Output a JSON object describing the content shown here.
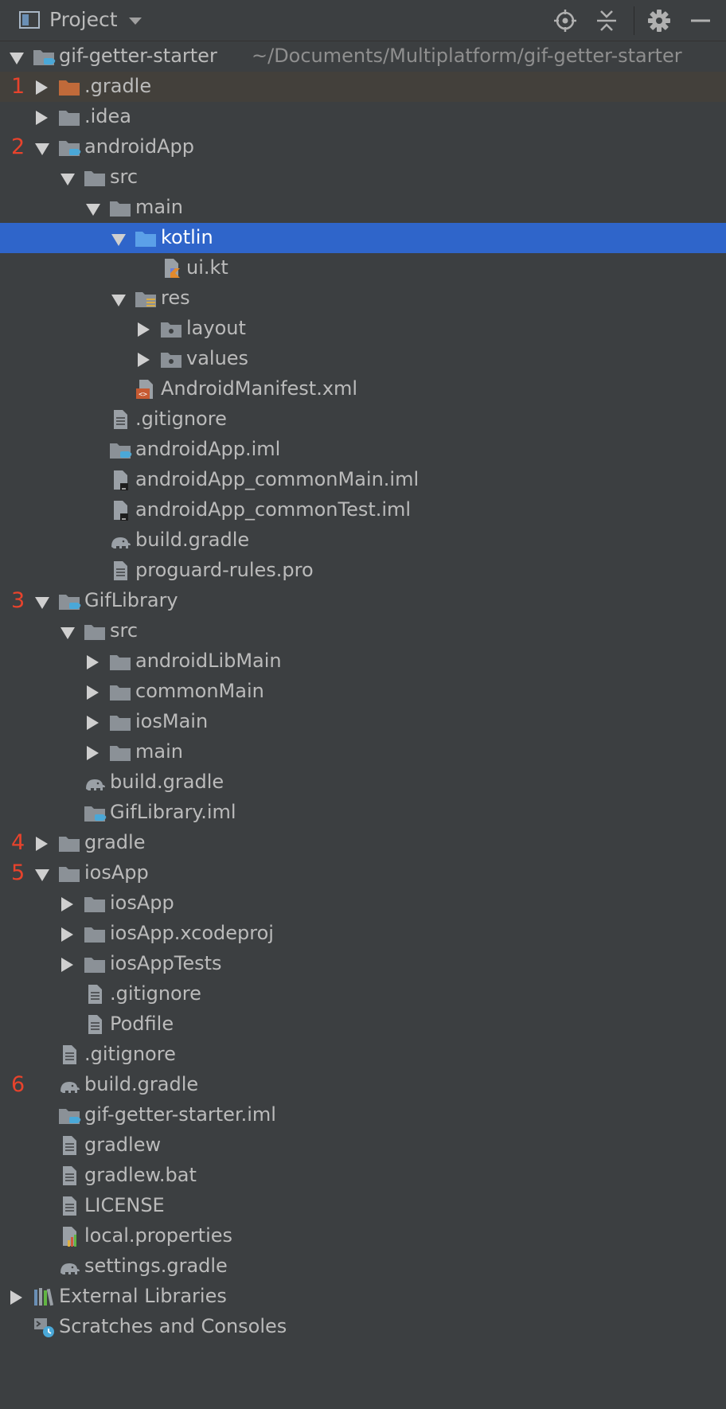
{
  "header": {
    "title": "Project"
  },
  "colors": {
    "background": "#3c3f41",
    "selection": "#2f65ca",
    "marker": "#e8432c",
    "folder": "#8b9197",
    "folder_selected": "#5ba0e8",
    "gradle_folder": "#c06a3a"
  },
  "tree": [
    {
      "depth": 0,
      "arrow": "down",
      "icon": "module-folder-icon",
      "label": "gif-getter-starter",
      "path": "~/Documents/Multiplatform/gif-getter-starter",
      "num": ""
    },
    {
      "depth": 1,
      "arrow": "right",
      "icon": "gradle-folder-icon",
      "label": ".gradle",
      "num": "1",
      "tint": true
    },
    {
      "depth": 1,
      "arrow": "right",
      "icon": "folder-icon",
      "label": ".idea",
      "num": ""
    },
    {
      "depth": 1,
      "arrow": "down",
      "icon": "module-folder-icon",
      "label": "androidApp",
      "num": "2"
    },
    {
      "depth": 2,
      "arrow": "down",
      "icon": "folder-icon",
      "label": "src",
      "num": ""
    },
    {
      "depth": 3,
      "arrow": "down",
      "icon": "folder-icon",
      "label": "main",
      "num": ""
    },
    {
      "depth": 4,
      "arrow": "down",
      "icon": "source-folder-icon",
      "label": "kotlin",
      "num": "",
      "selected": true
    },
    {
      "depth": 5,
      "arrow": "",
      "icon": "kotlin-file-icon",
      "label": "ui.kt",
      "num": ""
    },
    {
      "depth": 4,
      "arrow": "down",
      "icon": "resource-folder-icon",
      "label": "res",
      "num": ""
    },
    {
      "depth": 5,
      "arrow": "right",
      "icon": "package-folder-icon",
      "label": "layout",
      "num": ""
    },
    {
      "depth": 5,
      "arrow": "right",
      "icon": "package-folder-icon",
      "label": "values",
      "num": ""
    },
    {
      "depth": 4,
      "arrow": "",
      "icon": "xml-file-icon",
      "label": "AndroidManifest.xml",
      "num": ""
    },
    {
      "depth": 3,
      "arrow": "",
      "icon": "text-file-icon",
      "label": ".gitignore",
      "num": ""
    },
    {
      "depth": 3,
      "arrow": "",
      "icon": "module-folder-icon",
      "label": "androidApp.iml",
      "num": ""
    },
    {
      "depth": 3,
      "arrow": "",
      "icon": "iml-file-icon",
      "label": "androidApp_commonMain.iml",
      "num": ""
    },
    {
      "depth": 3,
      "arrow": "",
      "icon": "iml-file-icon",
      "label": "androidApp_commonTest.iml",
      "num": ""
    },
    {
      "depth": 3,
      "arrow": "",
      "icon": "gradle-elephant-icon",
      "label": "build.gradle",
      "num": ""
    },
    {
      "depth": 3,
      "arrow": "",
      "icon": "text-file-icon",
      "label": "proguard-rules.pro",
      "num": ""
    },
    {
      "depth": 1,
      "arrow": "down",
      "icon": "module-folder-icon",
      "label": "GifLibrary",
      "num": "3"
    },
    {
      "depth": 2,
      "arrow": "down",
      "icon": "folder-icon",
      "label": "src",
      "num": ""
    },
    {
      "depth": 3,
      "arrow": "right",
      "icon": "folder-icon",
      "label": "androidLibMain",
      "num": ""
    },
    {
      "depth": 3,
      "arrow": "right",
      "icon": "folder-icon",
      "label": "commonMain",
      "num": ""
    },
    {
      "depth": 3,
      "arrow": "right",
      "icon": "folder-icon",
      "label": "iosMain",
      "num": ""
    },
    {
      "depth": 3,
      "arrow": "right",
      "icon": "folder-icon",
      "label": "main",
      "num": ""
    },
    {
      "depth": 2,
      "arrow": "",
      "icon": "gradle-elephant-icon",
      "label": "build.gradle",
      "num": ""
    },
    {
      "depth": 2,
      "arrow": "",
      "icon": "module-folder-icon",
      "label": "GifLibrary.iml",
      "num": ""
    },
    {
      "depth": 1,
      "arrow": "right",
      "icon": "folder-icon",
      "label": "gradle",
      "num": "4"
    },
    {
      "depth": 1,
      "arrow": "down",
      "icon": "folder-icon",
      "label": "iosApp",
      "num": "5"
    },
    {
      "depth": 2,
      "arrow": "right",
      "icon": "folder-icon",
      "label": "iosApp",
      "num": ""
    },
    {
      "depth": 2,
      "arrow": "right",
      "icon": "folder-icon",
      "label": "iosApp.xcodeproj",
      "num": ""
    },
    {
      "depth": 2,
      "arrow": "right",
      "icon": "folder-icon",
      "label": "iosAppTests",
      "num": ""
    },
    {
      "depth": 2,
      "arrow": "",
      "icon": "text-file-icon",
      "label": ".gitignore",
      "num": ""
    },
    {
      "depth": 2,
      "arrow": "",
      "icon": "text-file-icon",
      "label": "Podfile",
      "num": ""
    },
    {
      "depth": 1,
      "arrow": "",
      "icon": "text-file-icon",
      "label": ".gitignore",
      "num": ""
    },
    {
      "depth": 1,
      "arrow": "",
      "icon": "gradle-elephant-icon",
      "label": "build.gradle",
      "num": "6"
    },
    {
      "depth": 1,
      "arrow": "",
      "icon": "module-folder-icon",
      "label": "gif-getter-starter.iml",
      "num": ""
    },
    {
      "depth": 1,
      "arrow": "",
      "icon": "text-file-icon",
      "label": "gradlew",
      "num": ""
    },
    {
      "depth": 1,
      "arrow": "",
      "icon": "text-file-icon",
      "label": "gradlew.bat",
      "num": ""
    },
    {
      "depth": 1,
      "arrow": "",
      "icon": "text-file-icon",
      "label": "LICENSE",
      "num": ""
    },
    {
      "depth": 1,
      "arrow": "",
      "icon": "properties-file-icon",
      "label": "local.properties",
      "num": ""
    },
    {
      "depth": 1,
      "arrow": "",
      "icon": "gradle-elephant-icon",
      "label": "settings.gradle",
      "num": ""
    },
    {
      "depth": 0,
      "arrow": "right",
      "icon": "external-libraries-icon",
      "label": "External Libraries",
      "num": ""
    },
    {
      "depth": 0,
      "arrow": "",
      "icon": "scratches-icon",
      "label": "Scratches and Consoles",
      "num": ""
    }
  ]
}
